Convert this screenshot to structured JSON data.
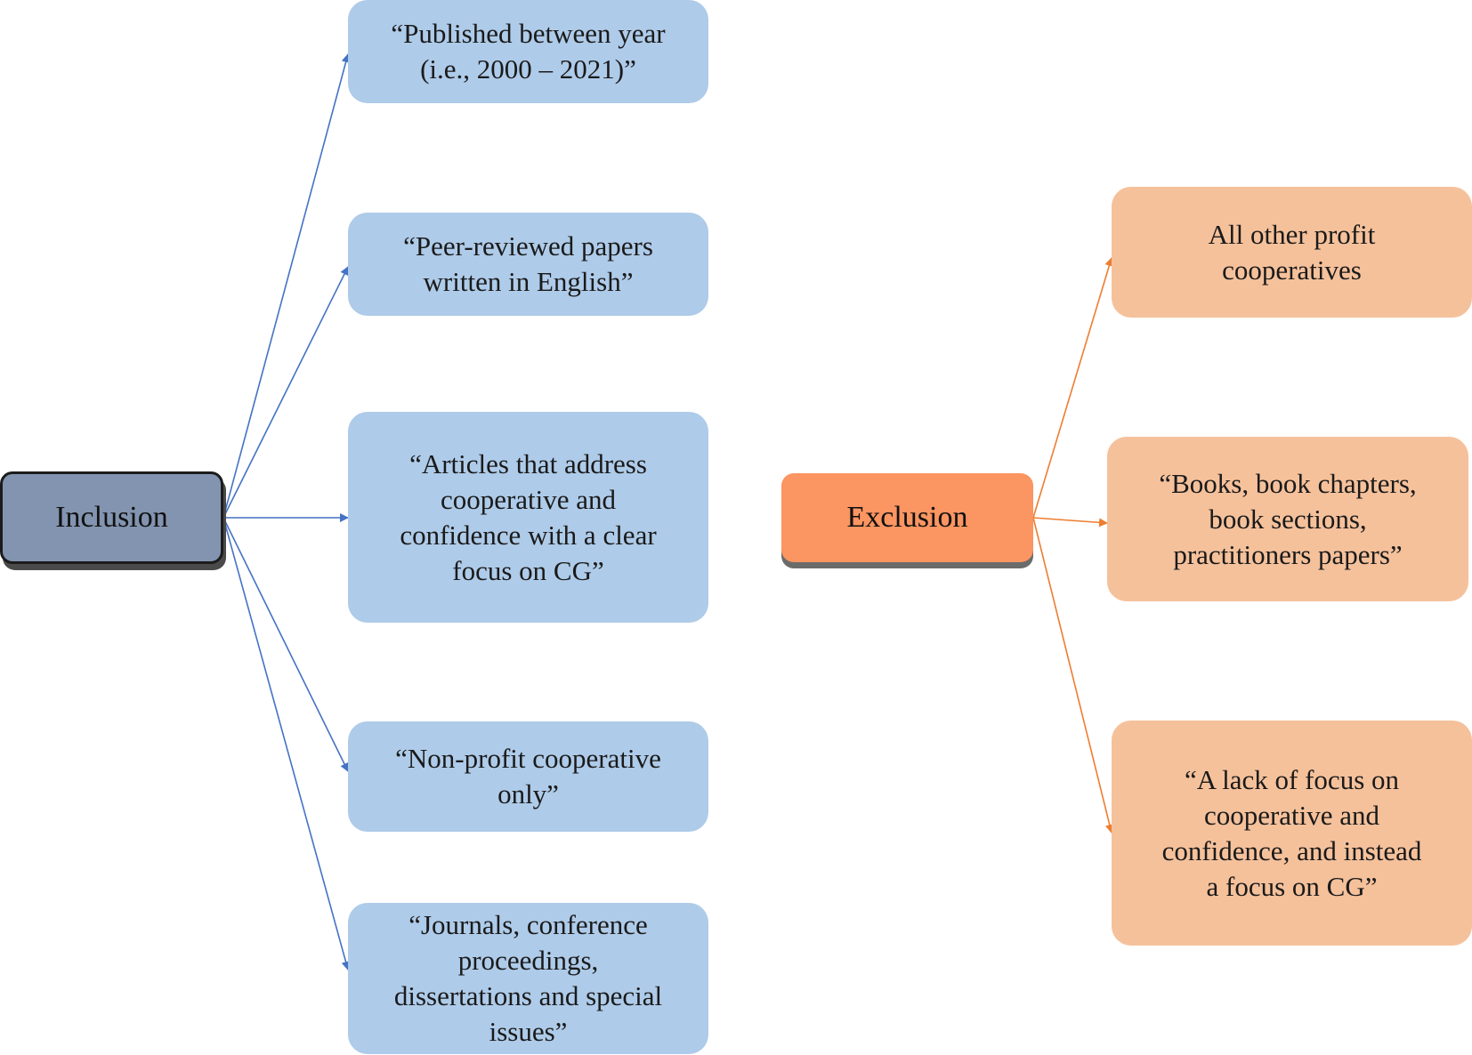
{
  "inclusion": {
    "label": "Inclusion",
    "criteria": [
      "“Published between year\n(i.e., 2000 – 2021)”",
      "“Peer-reviewed papers\nwritten in English”",
      "“Articles that address\ncooperative and\nconfidence with a clear\nfocus on CG”",
      "“Non-profit cooperative\nonly”",
      "“Journals, conference\nproceedings,\ndissertations and special\nissues”"
    ]
  },
  "exclusion": {
    "label": "Exclusion",
    "criteria": [
      "All  other profit\ncooperatives",
      "“Books, book chapters,\nbook sections,\npractitioners papers”",
      "“A lack of focus on\ncooperative and\nconfidence, and instead\na focus on CG”"
    ]
  },
  "colors": {
    "inclusion_arrow": "#4472c4",
    "exclusion_arrow": "#ed7d31",
    "inclusion_box": "#aecbe9",
    "exclusion_box": "#f5c19b",
    "inclusion_root": "#8294b0",
    "exclusion_root": "#fb9561"
  }
}
